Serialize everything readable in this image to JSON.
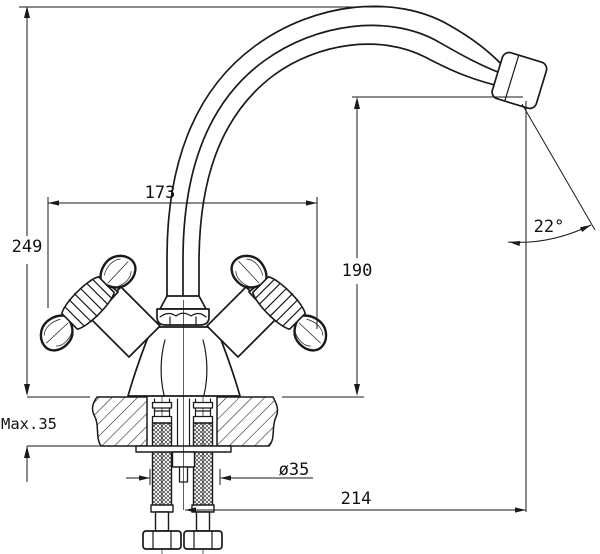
{
  "meta": {
    "type": "technical-line-drawing",
    "subject": "Two-handle kitchen mixer tap with high swivel spout, side elevation, installed through a countertop cross-section with flexible supply hoses and mounting stud",
    "background": "#ffffff",
    "line_color": "#1a1a1a"
  },
  "dimensions": {
    "overall_height": {
      "label": "249",
      "meaning": "overall height from deck to top of spout, mm"
    },
    "handle_span": {
      "label": "173",
      "meaning": "width across the two handles, mm"
    },
    "spout_clearance": {
      "label": "190",
      "meaning": "height from deck to spout outlet, mm"
    },
    "spray_angle": {
      "label": "22°",
      "meaning": "outlet angle from vertical"
    },
    "max_deck_thickness": {
      "label": "Max.35",
      "meaning": "maximum countertop thickness, mm"
    },
    "mounting_hole_diameter": {
      "label": "ø35",
      "meaning": "mounting hole diameter, mm"
    },
    "spout_reach": {
      "label": "214",
      "meaning": "horizontal reach from body axis to outlet, mm"
    }
  }
}
